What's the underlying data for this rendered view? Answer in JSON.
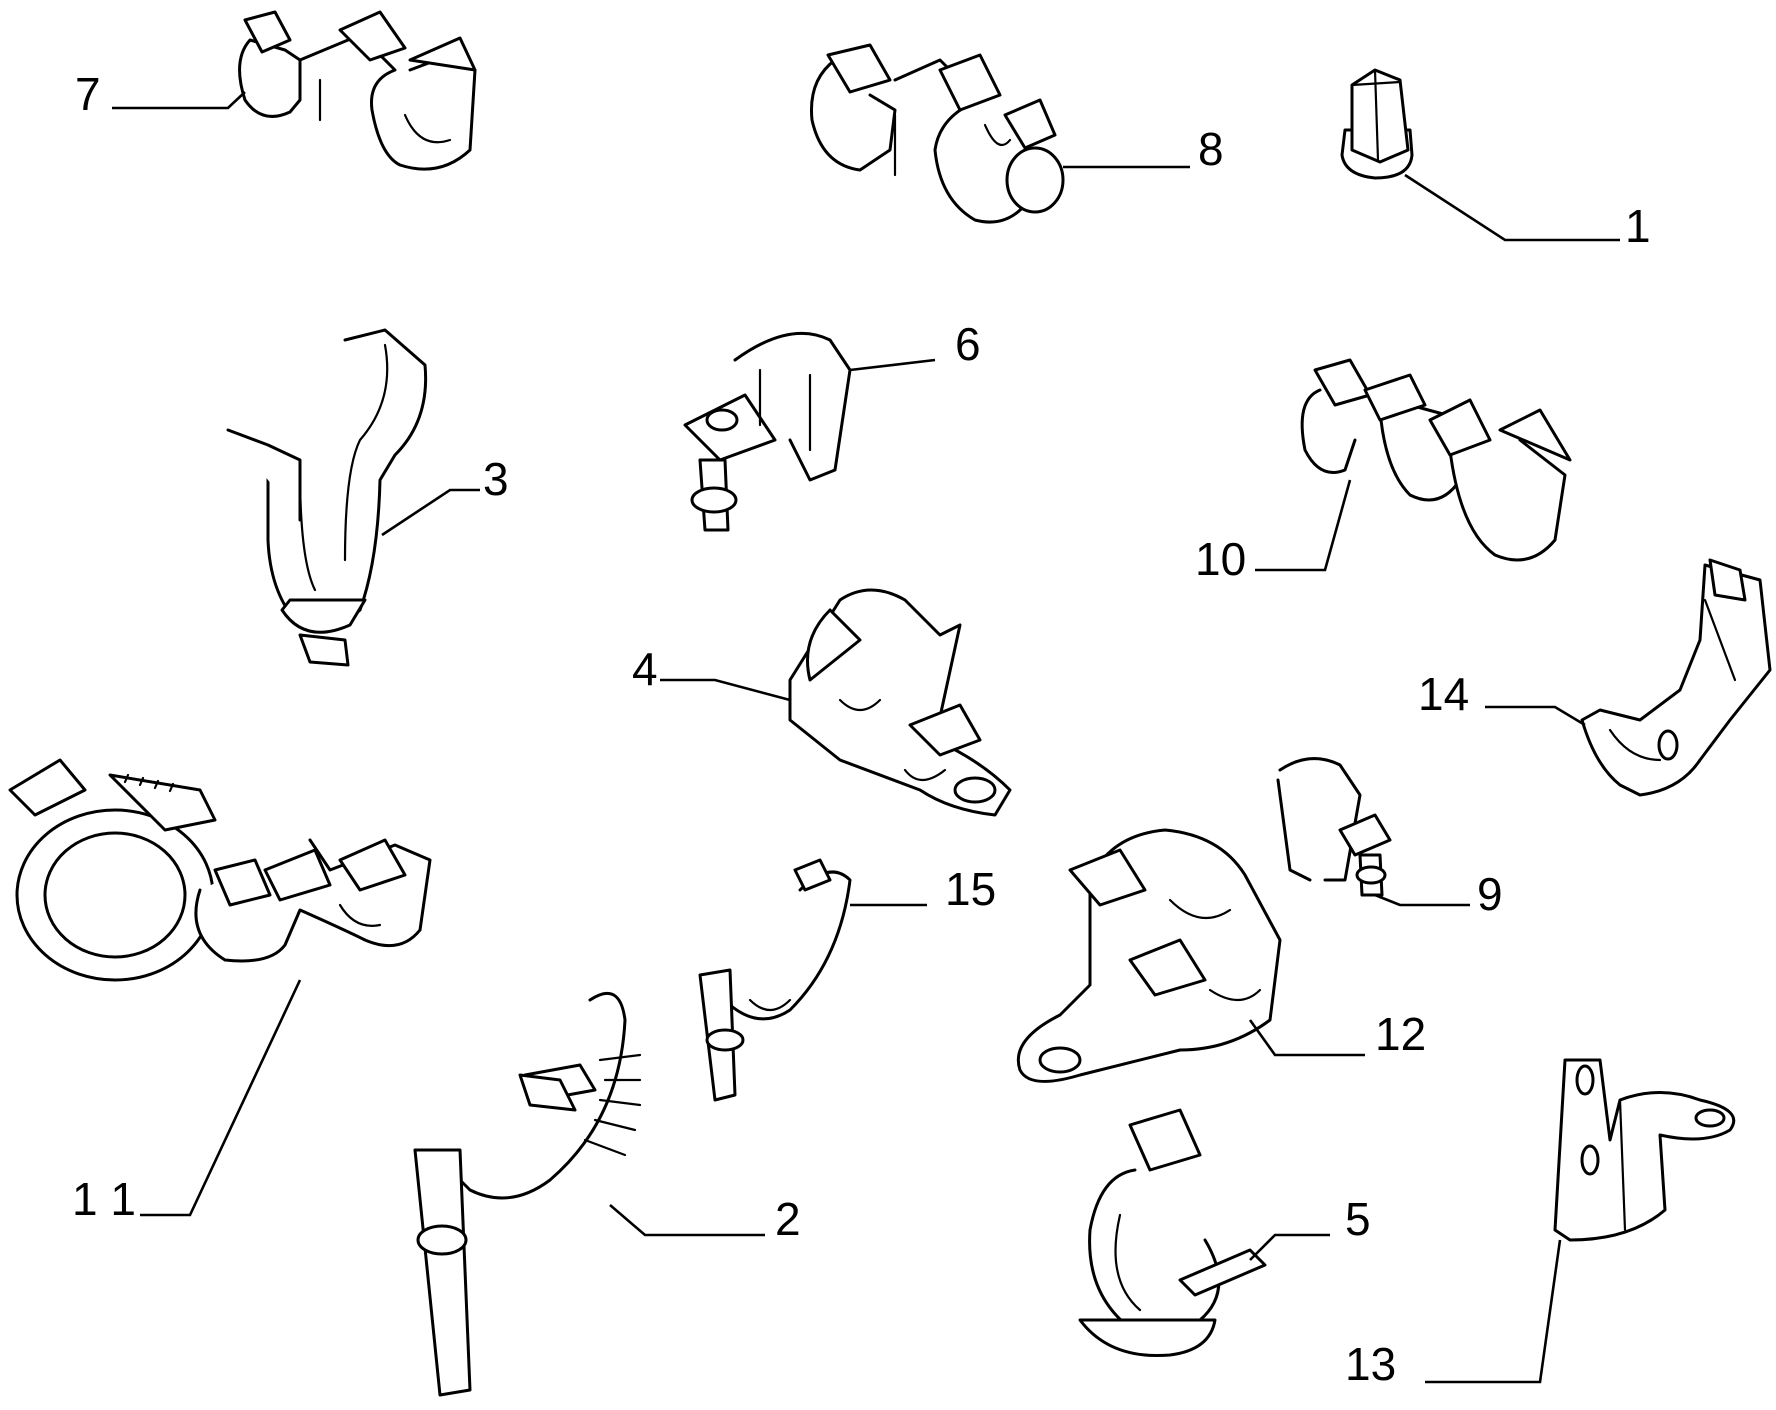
{
  "diagram": {
    "callouts": {
      "c1": "1",
      "c2": "2",
      "c3": "3",
      "c4": "4",
      "c5": "5",
      "c6": "6",
      "c7": "7",
      "c8": "8",
      "c9": "9",
      "c10": "10",
      "c11": "1 1",
      "c12": "12",
      "c13": "13",
      "c14": "14",
      "c15": "15"
    }
  }
}
